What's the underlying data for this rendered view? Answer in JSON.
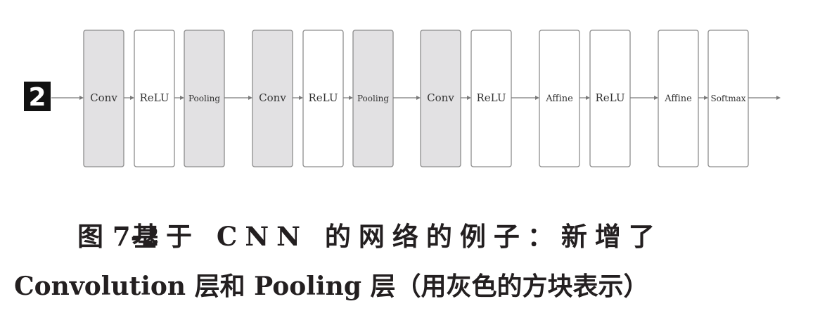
{
  "diagram": {
    "input_digit": "2",
    "layers": [
      {
        "label": "Conv",
        "gray": true
      },
      {
        "label": "ReLU",
        "gray": false
      },
      {
        "label": "Pooling",
        "gray": true
      },
      {
        "label": "Conv",
        "gray": true
      },
      {
        "label": "ReLU",
        "gray": false
      },
      {
        "label": "Pooling",
        "gray": true
      },
      {
        "label": "Conv",
        "gray": true
      },
      {
        "label": "ReLU",
        "gray": false
      },
      {
        "label": "Affine",
        "gray": false
      },
      {
        "label": "ReLU",
        "gray": false
      },
      {
        "label": "Affine",
        "gray": false
      },
      {
        "label": "Softmax",
        "gray": false
      }
    ],
    "colors": {
      "gray_fill": "#e2e1e3",
      "white_fill": "#ffffff",
      "border": "#8d8d8d",
      "arrow": "#7a7a7a",
      "text": "#333333"
    }
  },
  "caption": {
    "number": "图  7-2",
    "line1": "基于 CNN 的网络的例子：新增了",
    "line2": "Convolution 层和 Pooling 层（用灰色的方块表示）"
  }
}
